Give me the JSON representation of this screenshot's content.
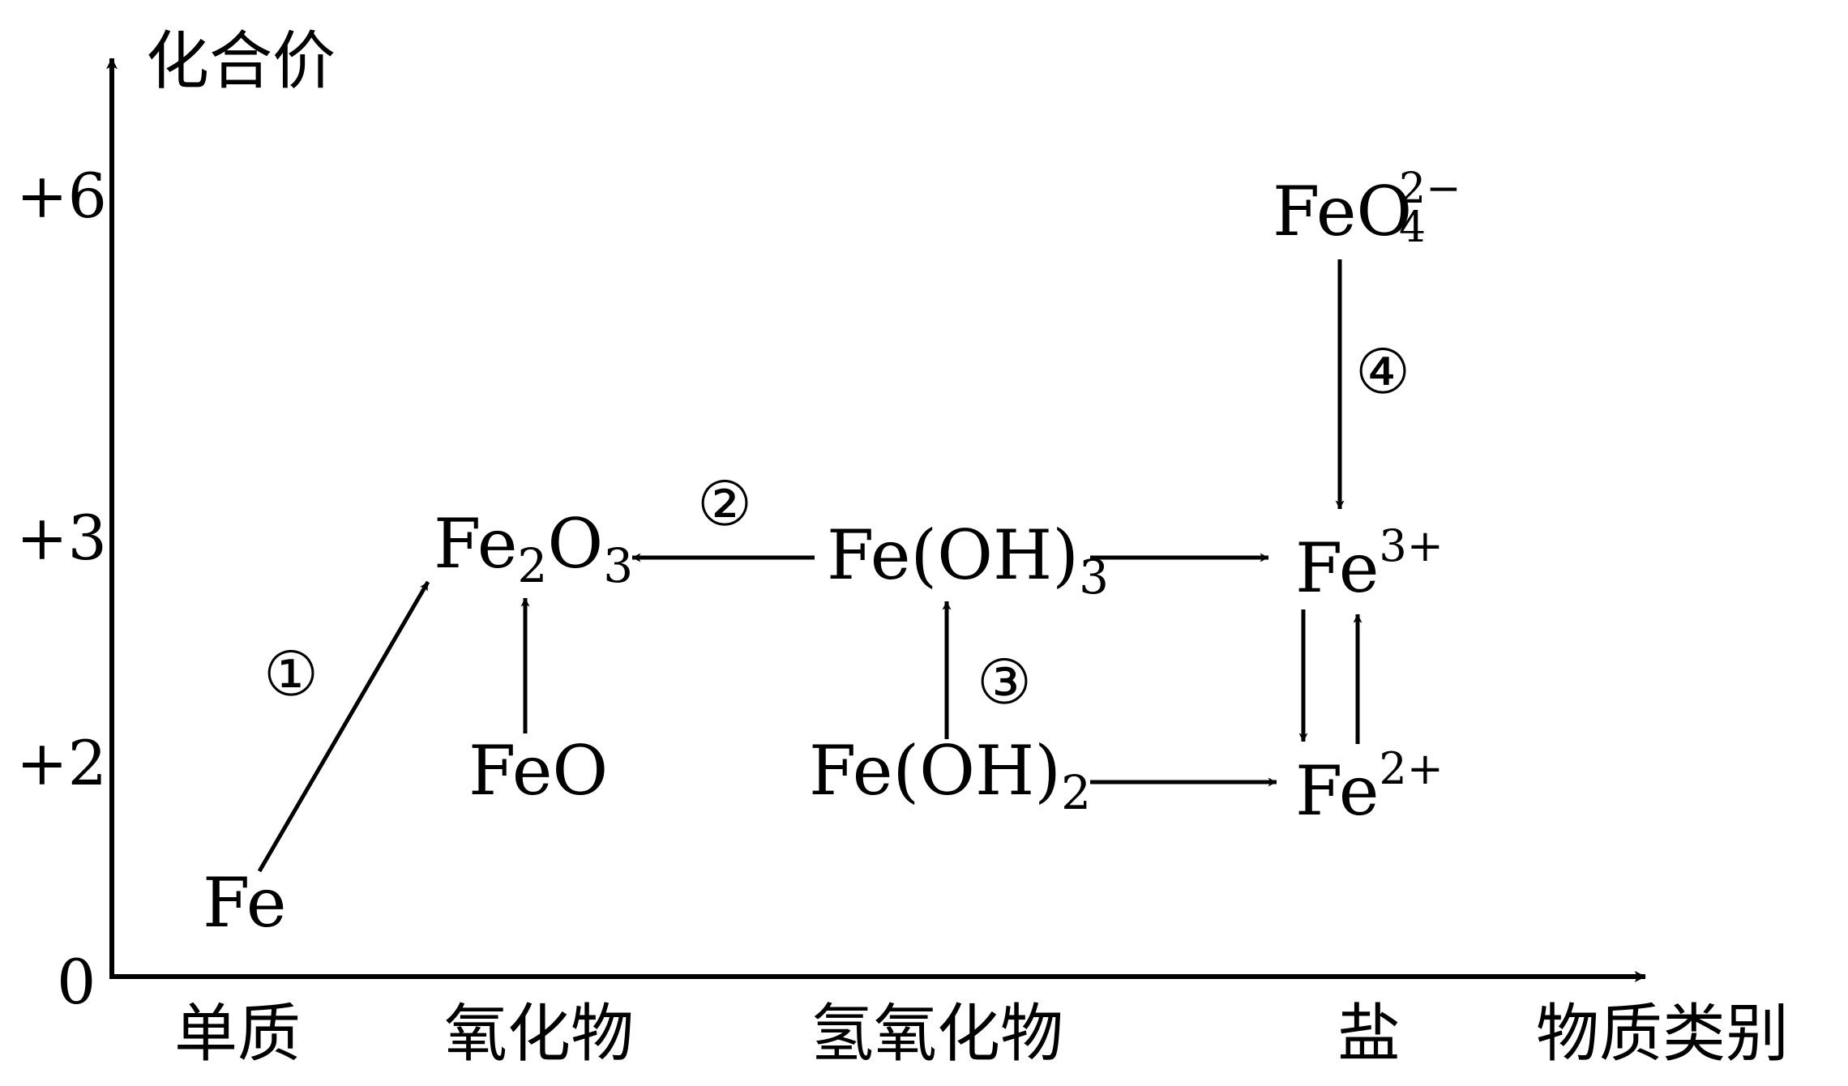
{
  "axes": {
    "y_title": "化合价",
    "x_title": "物质类别",
    "y_ticks": [
      "+6",
      "+3",
      "+2",
      "0"
    ],
    "x_categories": [
      "单质",
      "氧化物",
      "氢氧化物",
      "盐"
    ]
  },
  "species": {
    "fe": {
      "base": "Fe"
    },
    "fe2o3": {
      "p1": "Fe",
      "s1": "2",
      "p2": "O",
      "s2": "3"
    },
    "feo": {
      "base": "FeO"
    },
    "feoh3": {
      "base": "Fe(OH)",
      "sub": "3"
    },
    "feoh2": {
      "base": "Fe(OH)",
      "sub": "2"
    },
    "fe3": {
      "base": "Fe",
      "sup": "3+"
    },
    "fe2": {
      "base": "Fe",
      "sup": "2+"
    },
    "feo4": {
      "base": "FeO",
      "sub": "4",
      "sup": "2−"
    }
  },
  "reaction_labels": {
    "r1": "①",
    "r2": "②",
    "r3": "③",
    "r4": "④"
  }
}
